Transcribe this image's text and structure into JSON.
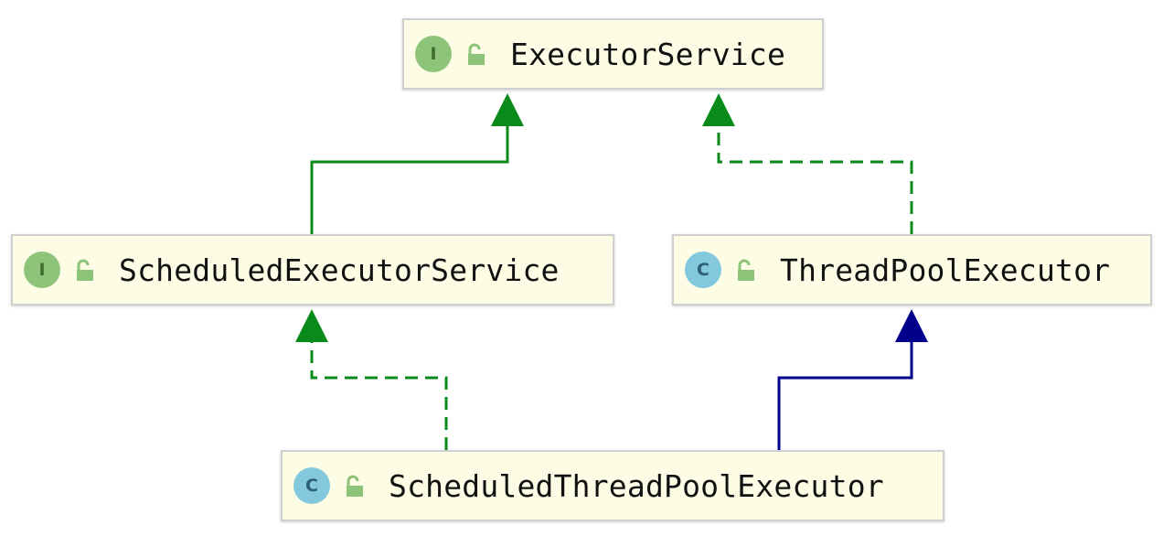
{
  "colors": {
    "node_fill": "#fdfde6",
    "node_border": "#cfcfcf",
    "interface_badge": "#8ec47a",
    "class_badge": "#83c8dd",
    "extends_interface": "#0a8a1a",
    "implements": "#0a8a1a",
    "extends_class": "#00008b"
  },
  "nodes": {
    "executor_service": {
      "badge": "I",
      "kind": "interface",
      "name": "ExecutorService"
    },
    "scheduled_executor_service": {
      "badge": "I",
      "kind": "interface",
      "name": "ScheduledExecutorService"
    },
    "thread_pool_executor": {
      "badge": "C",
      "kind": "class",
      "name": "ThreadPoolExecutor"
    },
    "scheduled_thread_pool_executor": {
      "badge": "C",
      "kind": "class",
      "name": "ScheduledThreadPoolExecutor"
    }
  },
  "edges": [
    {
      "from": "ScheduledExecutorService",
      "to": "ExecutorService",
      "style": "solid"
    },
    {
      "from": "ThreadPoolExecutor",
      "to": "ExecutorService",
      "style": "dashed"
    },
    {
      "from": "ScheduledThreadPoolExecutor",
      "to": "ScheduledExecutorService",
      "style": "dashed"
    },
    {
      "from": "ScheduledThreadPoolExecutor",
      "to": "ThreadPoolExecutor",
      "style": "solid"
    }
  ]
}
